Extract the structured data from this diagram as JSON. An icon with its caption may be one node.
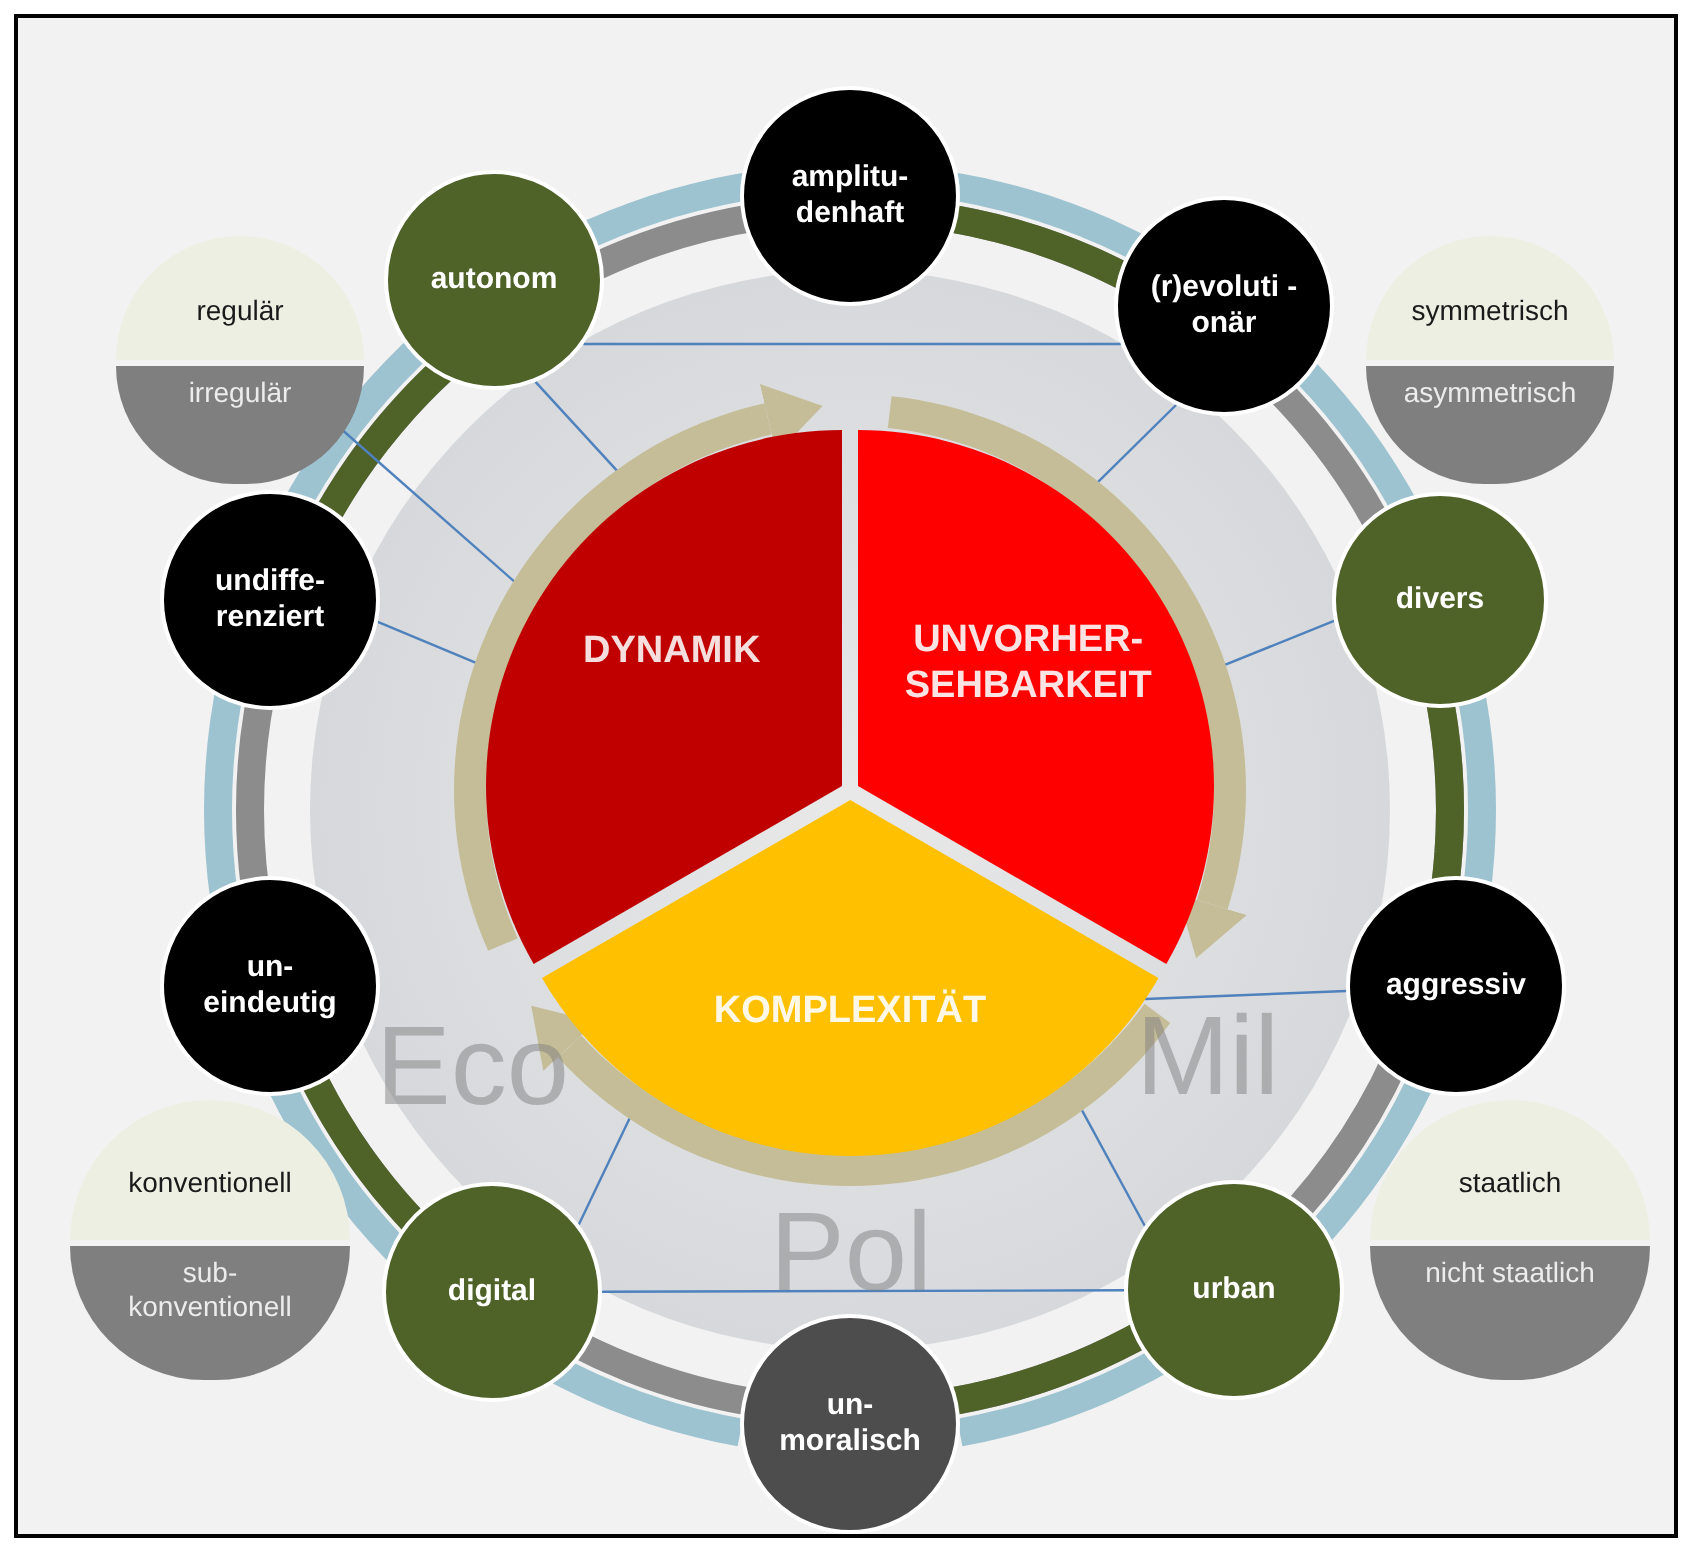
{
  "diagram": {
    "nodes": [
      {
        "text": [
          "amplitu- denhaft"
        ]
      },
      {
        "text": [
          "autonom"
        ]
      },
      {
        "text": [
          "(r)evoluti -onär"
        ]
      },
      {
        "text": [
          "regulär"
        ]
      },
      {
        "text": [
          "symmetrisch"
        ]
      },
      {
        "text": [
          "irregulär"
        ]
      },
      {
        "text": [
          "asymmetrisch"
        ]
      },
      {
        "text": [
          "undiffe- renziert"
        ]
      },
      {
        "text": [
          "divers"
        ]
      },
      {
        "text": [
          "DYNAMIK"
        ]
      },
      {
        "text": [
          "UNVORHER- SEHBARKEIT"
        ]
      },
      {
        "text": [
          "un- eindeutig"
        ]
      },
      {
        "text": [
          "aggressiv"
        ]
      },
      {
        "text": [
          "KOMPLEXITÄT"
        ]
      },
      {
        "text": [
          "konventionell"
        ]
      },
      {
        "text": [
          "staatlich"
        ]
      },
      {
        "text": [
          "digital"
        ]
      },
      {
        "text": [
          "urban"
        ]
      },
      {
        "text": [
          "sub- konventionell"
        ]
      },
      {
        "text": [
          "nicht staatlich"
        ]
      },
      {
        "text": [
          "un- moralisch"
        ]
      }
    ],
    "edges": [
      {
        "from": 9,
        "to": 10,
        "arrow": "to",
        "style": "thick",
        "color": "#c4bd97"
      },
      {
        "from": 10,
        "to": 13,
        "arrow": "to",
        "style": "thick",
        "color": "#c4bd97"
      },
      {
        "from": 13,
        "to": 9,
        "arrow": "to",
        "style": "thick",
        "color": "#c4bd97"
      },
      {
        "from": 1,
        "to": 2,
        "arrow": "none"
      },
      {
        "from": 16,
        "to": 17,
        "arrow": "none"
      },
      {
        "from": 1,
        "to": 9,
        "arrow": "none"
      },
      {
        "from": 2,
        "to": 10,
        "arrow": "none"
      },
      {
        "from": 5,
        "to": 9,
        "arrow": "none"
      },
      {
        "from": 7,
        "to": 9,
        "arrow": "none"
      },
      {
        "from": 8,
        "to": 10,
        "arrow": "none"
      },
      {
        "from": 12,
        "to": 13,
        "arrow": "none"
      },
      {
        "from": 17,
        "to": 13,
        "arrow": "none"
      },
      {
        "from": 16,
        "to": 13,
        "arrow": "none"
      }
    ],
    "labels": [
      "Eco",
      "Mil",
      "Pol"
    ]
  }
}
